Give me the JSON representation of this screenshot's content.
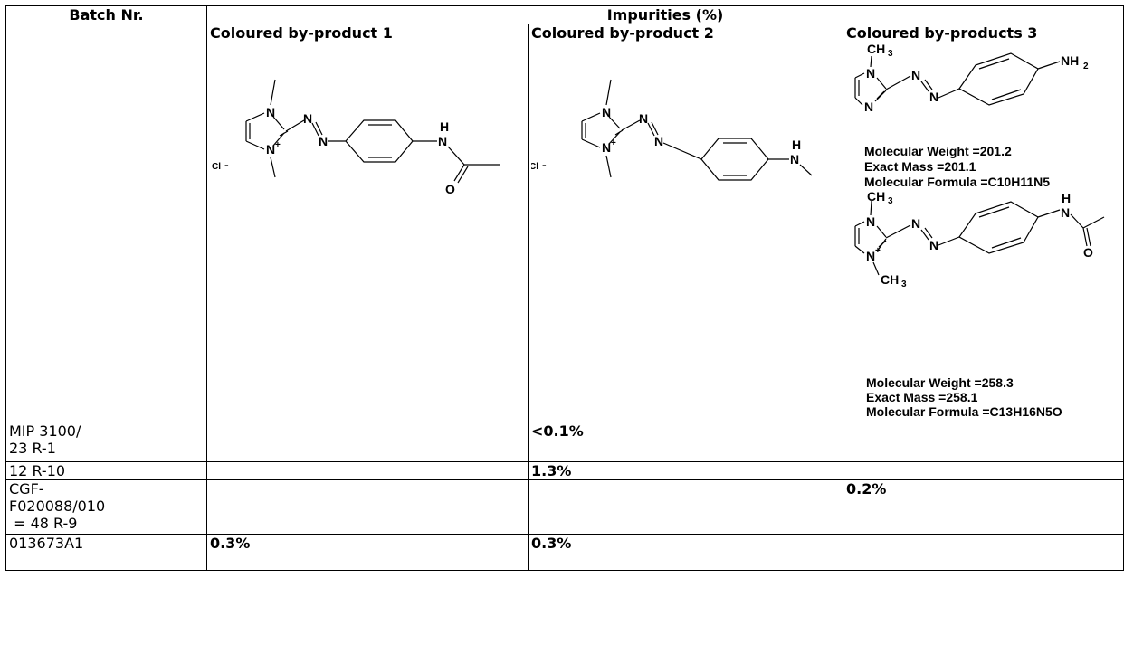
{
  "table": {
    "header": {
      "batch": "Batch Nr.",
      "impurities": "Impurities (%)"
    },
    "products": [
      {
        "title": "Coloured by-product 1",
        "labels": {
          "n1": "N",
          "n2": "N",
          "plus": "+",
          "azo1": "N",
          "azo2": "N",
          "h": "H",
          "nh": "N",
          "o": "O",
          "cl": "Cl",
          "minus": "-"
        }
      },
      {
        "title": "Coloured by-product 2",
        "labels": {
          "n1": "N",
          "n2": "N",
          "plus": "+",
          "azo1": "N",
          "azo2": "N",
          "h": "H",
          "nh": "N",
          "cl": "Cl",
          "minus": "-"
        }
      },
      {
        "title": "Coloured by-products 3",
        "a": {
          "ch3": "CH",
          "sub3": "3",
          "n1": "N",
          "n2": "N",
          "azo1": "N",
          "azo2": "N",
          "nh2": "NH",
          "sub2": "2",
          "mw": "Molecular Weight =201.2",
          "em": "Exact Mass =201.1",
          "mf": "Molecular Formula =C10H11N5"
        },
        "b": {
          "ch3top": "CH",
          "sub3a": "3",
          "n1": "N",
          "n2": "N",
          "plus": "+",
          "azo1": "N",
          "azo2": "N",
          "h": "H",
          "nh": "N",
          "o": "O",
          "ch3bot": "CH",
          "sub3b": "3",
          "mw": "Molecular Weight =258.3",
          "em": "Exact Mass =258.1",
          "mf": "Molecular Formula =C13H16N5O"
        }
      }
    ],
    "rows": [
      {
        "batch_lines": [
          "MIP 3100/",
          "23 R-1"
        ],
        "p1": "",
        "p2": "<0.1%",
        "p3": ""
      },
      {
        "batch_lines": [
          "12 R-10"
        ],
        "p1": "",
        "p2": "1.3%",
        "p3": ""
      },
      {
        "batch_lines": [
          "CGF-",
          "F020088/010",
          " = 48 R-9"
        ],
        "p1": "",
        "p2": "",
        "p3": "0.2%"
      },
      {
        "batch_lines": [
          "013673A1"
        ],
        "p1": "0.3%",
        "p2": "0.3%",
        "p3": ""
      }
    ]
  }
}
